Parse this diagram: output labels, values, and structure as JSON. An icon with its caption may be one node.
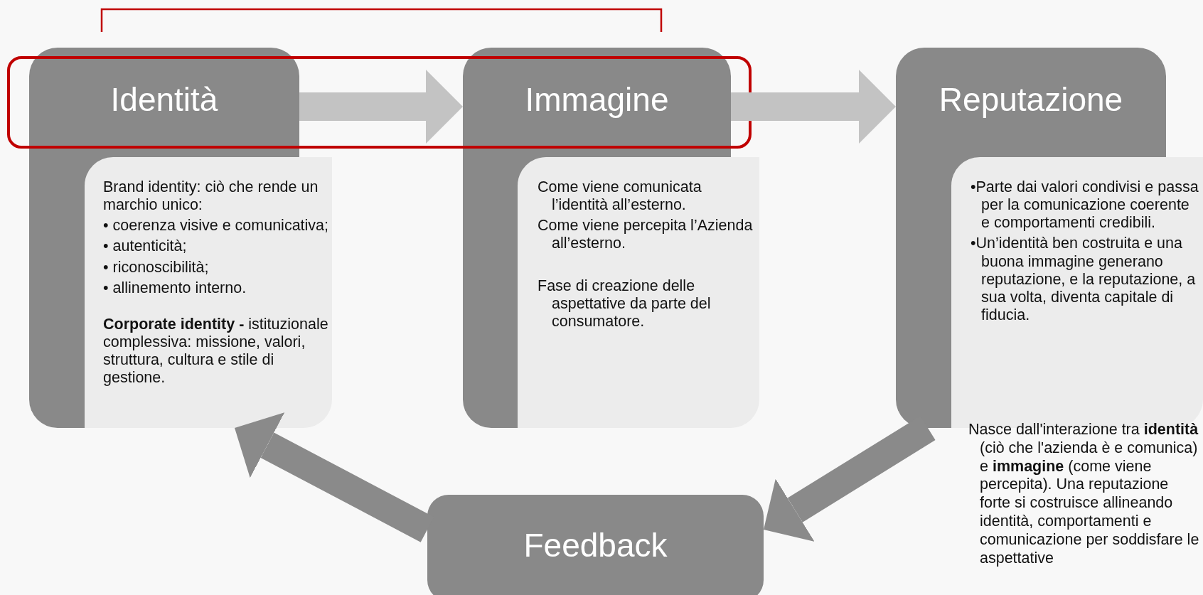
{
  "diagram": {
    "nodes": [
      {
        "text": [
          "Identità"
        ]
      },
      {
        "text": [
          "Brand identity: ciò che rende un marchio unico:",
          "• coerenza visive e comunicativa;",
          "• autenticità;",
          "• riconoscibilità;",
          "• allinemento interno.",
          "**Corporate identity -** istituzionale complessiva: missione, valori, struttura, cultura e stile di gestione."
        ],
        "in": 0
      },
      {
        "text": [
          "Immagine"
        ]
      },
      {
        "text": [
          "Come viene comunicata l’identità all’esterno.",
          "Come viene percepita l’Azienda all’esterno.",
          "Fase di creazione delle aspettative da parte del consumatore."
        ],
        "in": 2
      },
      {
        "text": [
          "Reputazione"
        ]
      },
      {
        "text": [
          "•Parte dai valori condivisi e passa per la comunicazione coerente e comportamenti credibili.",
          "•Un’identità ben costruita e una buona immagine generano reputazione, e la reputazione, a sua volta, diventa capitale di fiducia."
        ],
        "in": 4,
        "beside": [
          "Nasce dall'interazione tra **identità** (ciò che l'azienda è e comunica) e **immagine** (come viene percepita). Una reputazione forte si costruisce allineando identità, comportamenti e comunicazione per soddisfare le aspettative"
        ]
      },
      {
        "text": [
          "Feedback"
        ]
      }
    ],
    "edges": [
      {
        "from": 0,
        "to": 2,
        "arrow": "to"
      },
      {
        "from": 2,
        "to": 4,
        "arrow": "to"
      },
      {
        "from": 4,
        "to": 6,
        "arrow": "to",
        "color": "#8a8a8a"
      },
      {
        "from": 6,
        "to": 0,
        "arrow": "to",
        "color": "#8a8a8a"
      }
    ]
  }
}
